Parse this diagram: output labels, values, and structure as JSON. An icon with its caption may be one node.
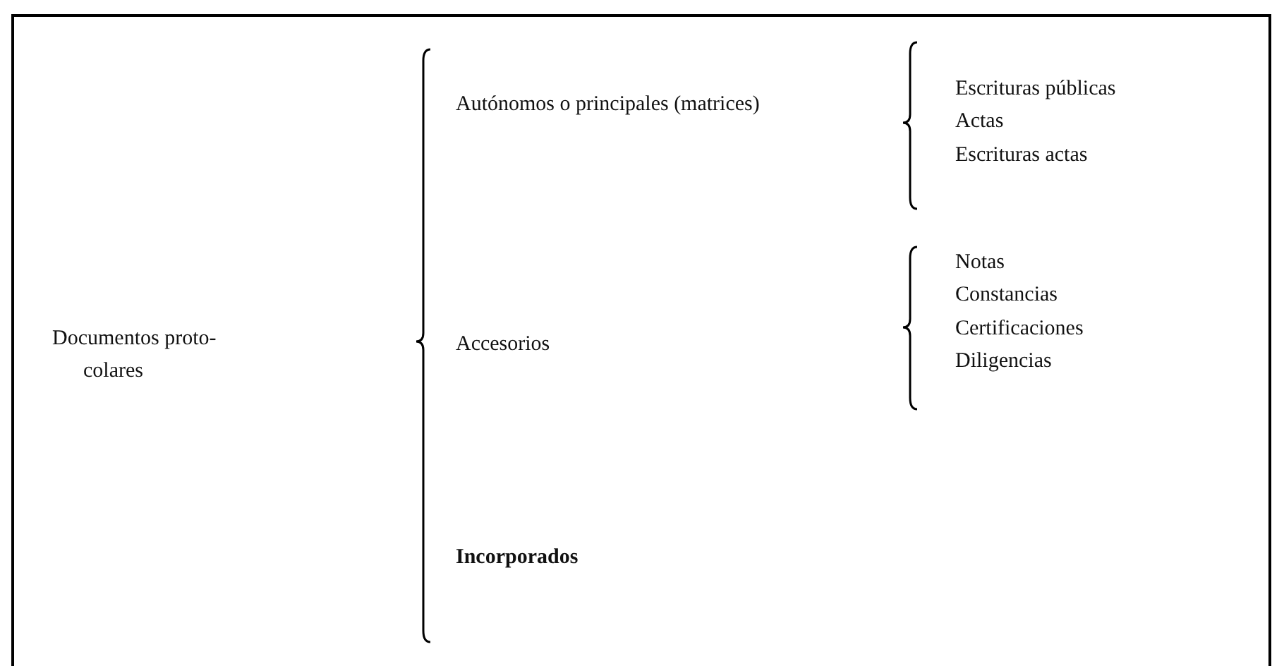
{
  "diagram": {
    "labels": [
      "Documentos proto-colares",
      "Autónomos o principales (matrices)",
      "Escrituras públicas",
      "Actas",
      "Escrituras actas",
      "Accesorios",
      "Notas",
      "Constancias",
      "Certificaciones",
      "Diligencias",
      "Incorporados"
    ]
  }
}
